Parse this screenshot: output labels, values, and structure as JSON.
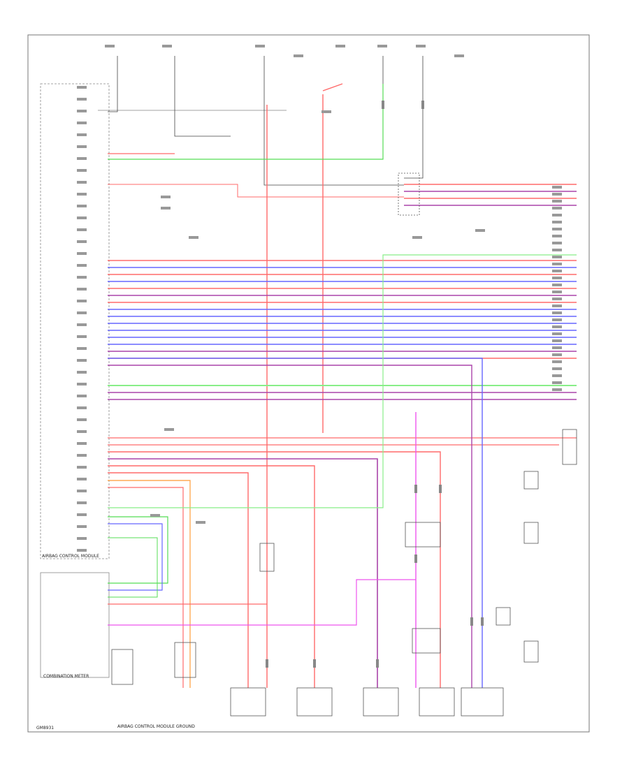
{
  "diagram": {
    "labels": {
      "module_name": "AIRBAG CONTROL MODULE",
      "meter_name": "COMBINATION METER",
      "bottom_code": "GM8931",
      "bottom_ground_note": "AIRBAG CONTROL MODULE GROUND"
    },
    "colors": {
      "frame": "#666666",
      "ink": "#444444",
      "red": "#ff6a6a",
      "pink": "#ff66cc",
      "green": "#55dd55",
      "blue": "#6666ff",
      "purple": "#aa44aa",
      "orange": "#ffaa55",
      "light_green": "#88ee88",
      "magenta": "#ee55ee"
    }
  }
}
